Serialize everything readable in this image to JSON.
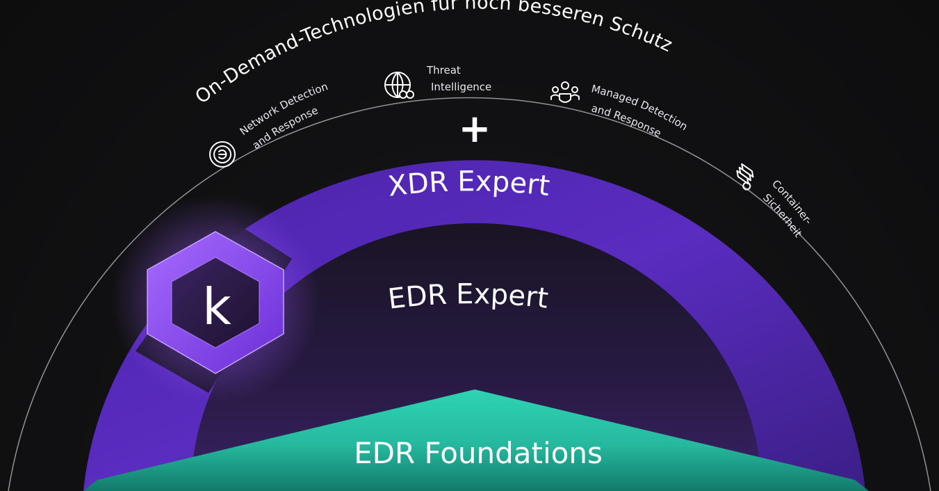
{
  "arc_title": "On-Demand-Technologien für noch besseren Schutz",
  "plus_symbol": "+",
  "tiers": {
    "xdr": "XDR Expert",
    "edr_expert": "EDR Expert",
    "edr_foundations": "EDR Foundations"
  },
  "logo_letter": "k",
  "technologies": [
    {
      "line1": "Network Detection",
      "line2": "and Response",
      "icon": "network-detection-icon"
    },
    {
      "line1": "Threat",
      "line2": "Intelligence",
      "icon": "globe-binoculars-icon"
    },
    {
      "line1": "Managed Detection",
      "line2": "and Response",
      "icon": "team-shield-icon"
    },
    {
      "line1": "Container-",
      "line2": "Sicherheit",
      "icon": "container-stack-icon"
    }
  ],
  "colors": {
    "background": "#0f0f10",
    "purple_ring": "#5a2bb8",
    "purple_ring_dark": "#3a1a86",
    "teal": "#2dd4b4",
    "logo_purple": "#8b4ff0"
  }
}
